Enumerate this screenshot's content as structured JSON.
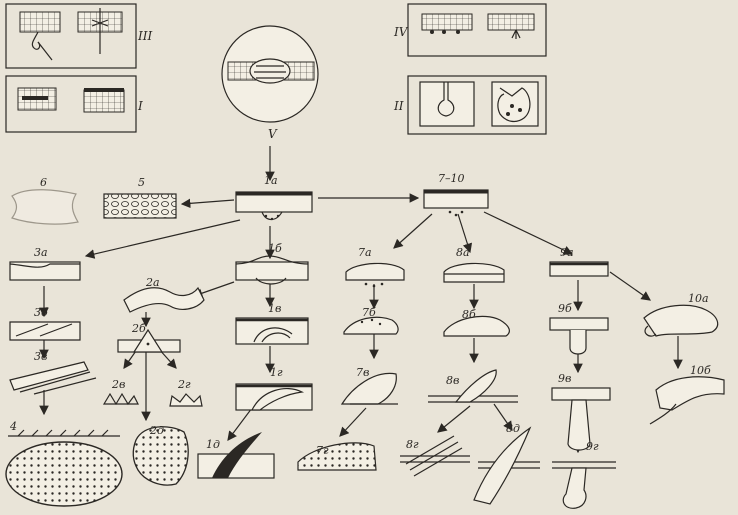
{
  "insets": {
    "III": "III",
    "I": "I",
    "IV": "IV",
    "II": "II",
    "V": "V"
  },
  "labels": {
    "l6": "6",
    "l5": "5",
    "l1a": "1а",
    "l7_10": "7–10",
    "l3a": "3а",
    "l3b": "3б",
    "l3v": "3в",
    "l4": "4",
    "l2a": "2а",
    "l2b": "2б",
    "l2v": "2в",
    "l2g": "2г",
    "l2d": "2д",
    "l1b": "1б",
    "l1v": "1в",
    "l1g": "1г",
    "l1d": "1д",
    "l7a": "7а",
    "l7b": "7б",
    "l7v": "7в",
    "l7g": "7г",
    "l8a": "8а",
    "l8b": "8б",
    "l8v": "8в",
    "l8g": "8г",
    "l8d": "8д",
    "l9a": "9а",
    "l9b": "9б",
    "l9v": "9в",
    "l9g": "9г",
    "l10a": "10а",
    "l10b": "10б"
  },
  "colors": {
    "ink": "#2b2824",
    "paper": "#e9e4d8",
    "tissue": "#f3efe4"
  }
}
